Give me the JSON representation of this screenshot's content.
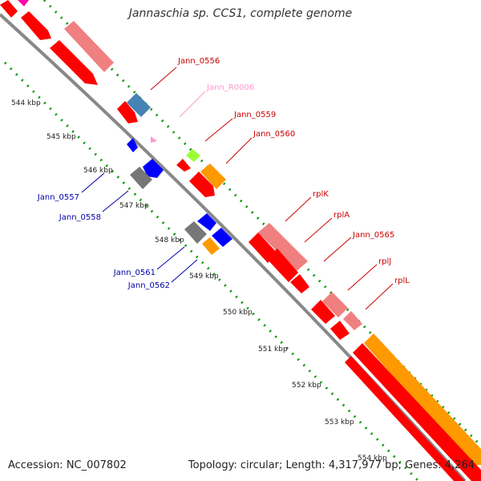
{
  "title": "Jannaschia sp. CCS1, complete genome",
  "footer": {
    "accession": "Accession: NC_007802",
    "topology": "Topology: circular; Length: 4,317,977 bp; Genes: 4,264"
  },
  "kbp_labels": [
    "544 kbp",
    "545 kbp",
    "546 kbp",
    "547 kbp",
    "548 kbp",
    "549 kbp",
    "550 kbp",
    "551 kbp",
    "552 kbp",
    "553 kbp",
    "554 kbp"
  ],
  "gene_labels_right": [
    {
      "text": "Jann_0556",
      "color": "#cc0000"
    },
    {
      "text": "Jann_R0006",
      "color": "#ff99cc"
    },
    {
      "text": "Jann_0559",
      "color": "#cc0000"
    },
    {
      "text": "Jann_0560",
      "color": "#cc0000"
    },
    {
      "text": "rplK",
      "color": "#cc0000"
    },
    {
      "text": "rplA",
      "color": "#cc0000"
    },
    {
      "text": "Jann_0565",
      "color": "#cc0000"
    },
    {
      "text": "rplJ",
      "color": "#cc0000"
    },
    {
      "text": "rplL",
      "color": "#cc0000"
    }
  ],
  "gene_labels_left": [
    {
      "text": "Jann_0557",
      "color": "#0000aa"
    },
    {
      "text": "Jann_0558",
      "color": "#0000aa"
    },
    {
      "text": "Jann_0561",
      "color": "#0000aa"
    },
    {
      "text": "Jann_0562",
      "color": "#0000aa"
    }
  ],
  "colors": {
    "backbone": "#888888",
    "tick_green": "#009900",
    "cds_red": "#ff0000",
    "rrna_pink": "#f08080",
    "blue": "#0000ff",
    "steel": "#4682b4",
    "grey": "#666666",
    "orange": "#ff9900",
    "lime": "#99ff33",
    "magenta": "#ff00aa"
  }
}
